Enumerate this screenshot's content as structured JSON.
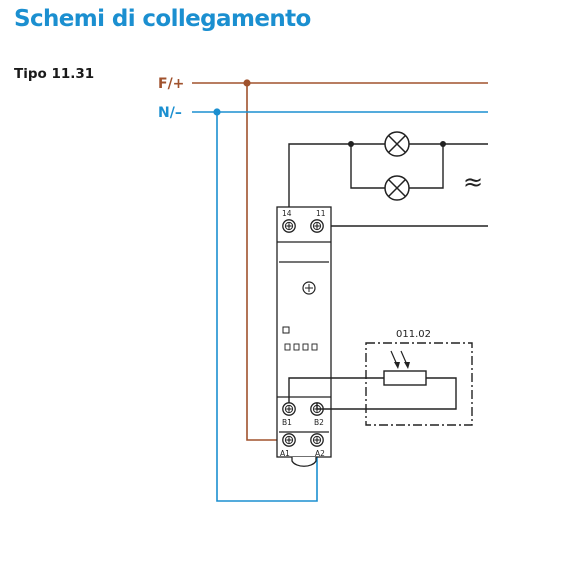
{
  "title": "Schemi di collegamento",
  "type_label": "Tipo 11.31",
  "lines": {
    "phase_label": "F/+",
    "neutral_label": "N/–"
  },
  "sensor": {
    "code": "011.02"
  },
  "terminals": {
    "t14": "14",
    "t11": "11",
    "b1": "B1",
    "b2": "B2",
    "a1": "A1",
    "a2": "A2"
  },
  "ac_symbol": "≈",
  "colors": {
    "title": "#1b8fd0",
    "phase": "#a0522d",
    "neutral": "#1b8fd0",
    "wire": "#222222"
  },
  "icons": [
    "lamp-icon",
    "light-sensor-icon",
    "screw-terminal-icon",
    "potentiometer-icon"
  ]
}
